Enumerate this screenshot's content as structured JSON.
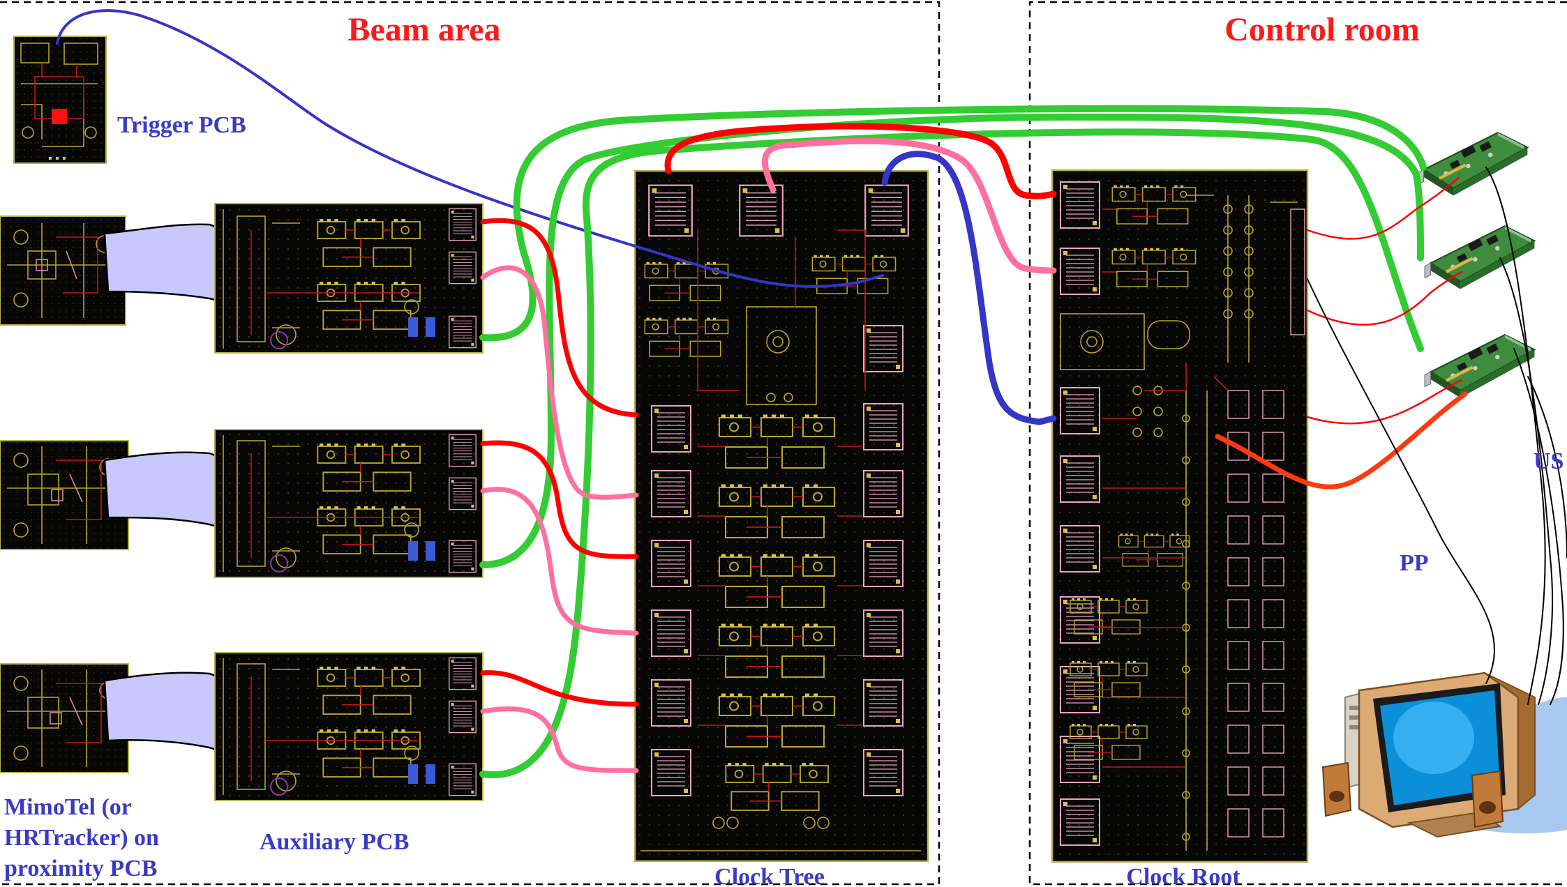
{
  "zones": {
    "beam_area": {
      "title": "Beam area",
      "color": "#ff1a1a"
    },
    "control_room": {
      "title": "Control room",
      "color": "#ff1a1a"
    }
  },
  "labels": {
    "trigger_pcb": "Trigger PCB",
    "mimotel_line1": "MimoTel (or",
    "mimotel_line2": "HRTracker) on",
    "mimotel_line3": "proximity PCB",
    "auxiliary_pcb": "Auxiliary PCB",
    "clock_tree": "Clock Tree",
    "clock_root": "Clock Root",
    "pp": "PP",
    "usb": "US"
  },
  "colors": {
    "label_blue": "#3a3ac8",
    "cable_green": "#33cc33",
    "cable_red": "#ff0000",
    "cable_pink": "#ff6f9f",
    "cable_blue": "#3535c8",
    "cable_orange": "#ff3a10",
    "ribbon": "#c8c8ff",
    "board_background": "#070705"
  },
  "icons": [
    "pcb-board-icon",
    "daq-card-icon",
    "computer-workstation-icon",
    "ribbon-cable-icon"
  ]
}
